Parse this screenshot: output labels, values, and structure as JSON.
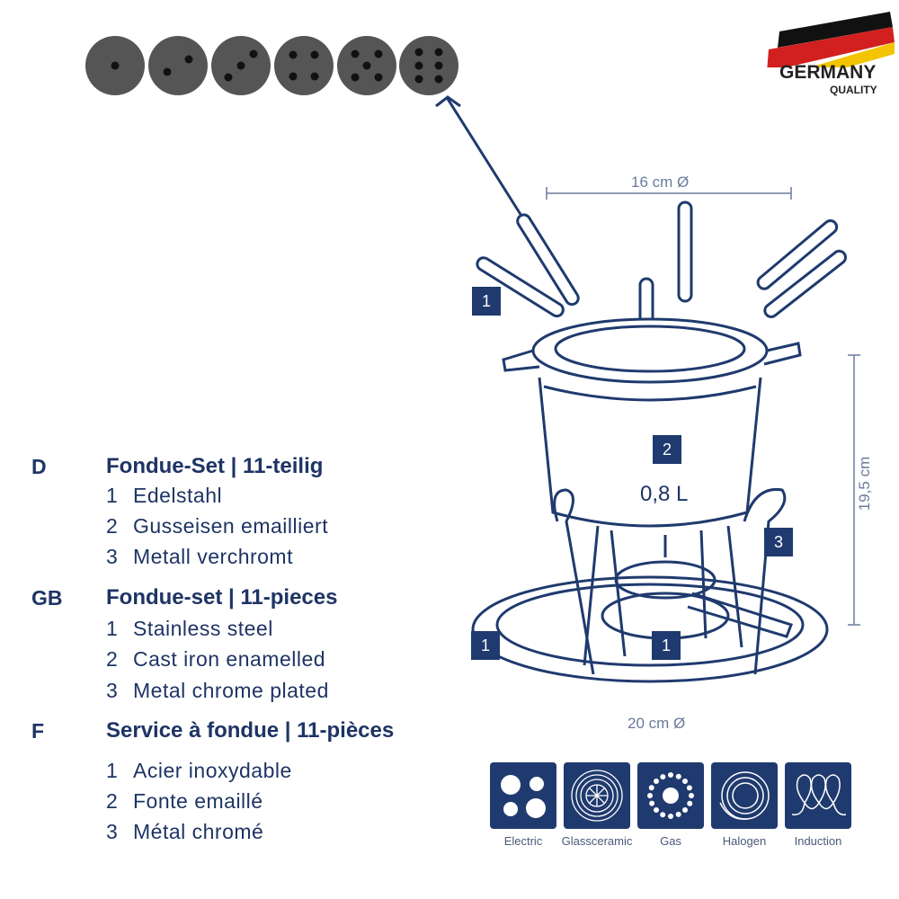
{
  "logo": {
    "text": "GERMANY",
    "subtext": "QUALITY",
    "colors": [
      "#111111",
      "#d21f1f",
      "#f2c500"
    ]
  },
  "dice": [
    1,
    2,
    3,
    4,
    5,
    6
  ],
  "dimensions": {
    "top": "16 cm Ø",
    "bottom": "20 cm Ø",
    "height": "19,5 cm"
  },
  "badges": {
    "fork": "1",
    "pot": "2",
    "stand": "3",
    "tray": "1",
    "burner": "1"
  },
  "volume": "0,8 L",
  "sections": [
    {
      "lang": "D",
      "title": "Fondue-Set | 11-teilig",
      "items": [
        {
          "n": "1",
          "t": "Edelstahl"
        },
        {
          "n": "2",
          "t": "Gusseisen emailliert"
        },
        {
          "n": "3",
          "t": "Metall verchromt"
        }
      ]
    },
    {
      "lang": "GB",
      "title": "Fondue-set | 11-pieces",
      "items": [
        {
          "n": "1",
          "t": "Stainless steel"
        },
        {
          "n": "2",
          "t": "Cast iron enamelled"
        },
        {
          "n": "3",
          "t": "Metal chrome plated"
        }
      ]
    },
    {
      "lang": "F",
      "title": "Service à fondue | 11-pièces",
      "items": [
        {
          "n": "1",
          "t": "Acier inoxydable"
        },
        {
          "n": "2",
          "t": "Fonte emaillé"
        },
        {
          "n": "3",
          "t": "Métal chromé"
        }
      ]
    }
  ],
  "stoves": [
    {
      "label": "Electric",
      "icon": "electric-icon"
    },
    {
      "label": "Glassceramic",
      "icon": "glassceramic-icon"
    },
    {
      "label": "Gas",
      "icon": "gas-icon"
    },
    {
      "label": "Halogen",
      "icon": "halogen-icon"
    },
    {
      "label": "Induction",
      "icon": "induction-icon"
    }
  ],
  "colors": {
    "navy": "#1f3a6e",
    "text": "#1e3464"
  }
}
